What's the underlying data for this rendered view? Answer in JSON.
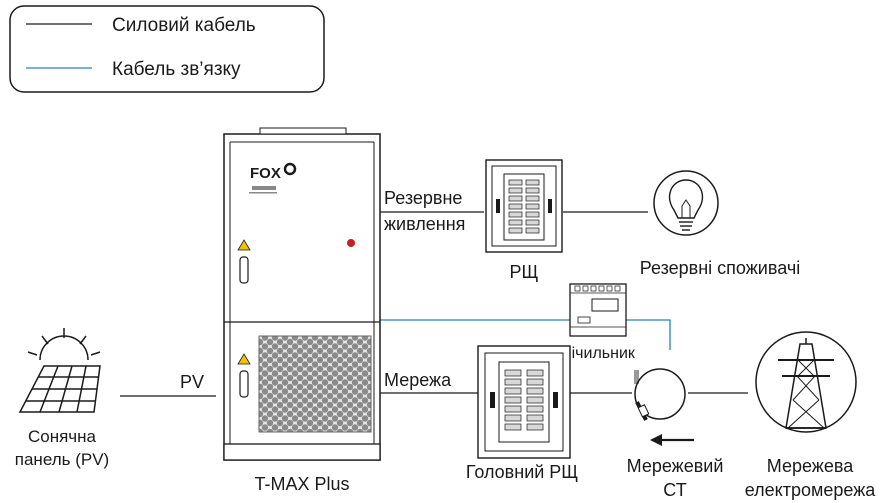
{
  "legend": {
    "power_cable": "Силовий кабель",
    "comm_cable": "Кабель зв’язку",
    "power_color": "#1a1a1a",
    "comm_color": "#2a7fc0"
  },
  "inverter": {
    "brand": "FOX",
    "name": "T-MAX Plus"
  },
  "pv": {
    "label_line1": "Сонячна",
    "label_line2": "панель (PV)",
    "connection": "PV"
  },
  "backup": {
    "connection_line1": "Резервне",
    "connection_line2": "живлення",
    "panel": "РЩ",
    "loads": "Резервні споживачі"
  },
  "grid": {
    "connection": "Мережа",
    "main_panel": "Головний РЩ",
    "meter": "Лічильник",
    "ct_line1": "Мережевий",
    "ct_line2": "СТ",
    "utility_line1": "Мережева",
    "utility_line2": "електромережа"
  }
}
